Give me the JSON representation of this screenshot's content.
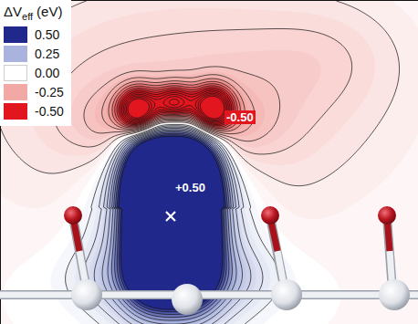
{
  "diagram": {
    "labels": [
      "ΔV",
      "eff",
      "(eV)",
      "-0.50",
      "+0.50"
    ],
    "legend": [
      {
        "text": "0.50",
        "color": "#20288c"
      },
      {
        "text": "0.25",
        "color": "#a9b3de"
      },
      {
        "text": "0.00",
        "color": "#ffffff"
      },
      {
        "text": "-0.25",
        "color": "#f2a9a5"
      },
      {
        "text": "-0.50",
        "color": "#e2161f"
      }
    ]
  }
}
